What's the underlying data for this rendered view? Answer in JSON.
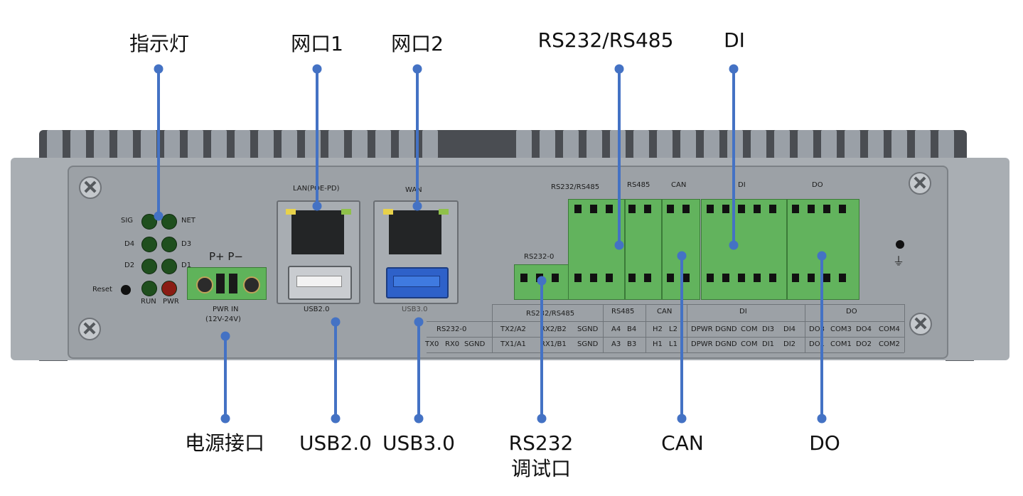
{
  "callouts_top": {
    "indicator": "指示灯",
    "lan1": "网口1",
    "lan2": "网口2",
    "rs232_485": "RS232/RS485",
    "di": "DI"
  },
  "callouts_bottom": {
    "power": "电源接口",
    "usb2": "USB2.0",
    "usb3": "USB3.0",
    "rs232_debug_1": "RS232",
    "rs232_debug_2": "调试口",
    "can": "CAN",
    "do": "DO"
  },
  "panel": {
    "led_labels": {
      "sig": "SIG",
      "net": "NET",
      "d4": "D4",
      "d3": "D3",
      "d2": "D2",
      "d1": "D1",
      "run": "RUN",
      "pwr": "PWR"
    },
    "reset": "Reset",
    "power_top": "P+  P−",
    "power_bottom_1": "PWR IN",
    "power_bottom_2": "(12V-24V)",
    "lan_label": "LAN(POE-PD)",
    "wan_label": "WAN",
    "usb2_label": "USB2.0",
    "usb3_label": "USB3.0",
    "rs232_0_label": "RS232-0",
    "block_labels": {
      "rs232_485": "RS232/RS485",
      "rs485": "RS485",
      "can": "CAN",
      "di": "DI",
      "do": "DO"
    }
  },
  "table": {
    "header": {
      "rs232_485": "RS232/RS485",
      "rs485": "RS485",
      "can": "CAN",
      "di": "DI",
      "do": "DO"
    },
    "row1": {
      "rs232_0": "RS232-0",
      "rs232_485": [
        "TX2/A2",
        "RX2/B2",
        "SGND"
      ],
      "rs485": [
        "A4",
        "B4"
      ],
      "can": [
        "H2",
        "L2"
      ],
      "di": [
        "DPWR",
        "DGND",
        "COM",
        "DI3",
        "DI4"
      ],
      "do": [
        "DO3",
        "COM3",
        "DO4",
        "COM4"
      ]
    },
    "row2": {
      "rs232_0": [
        "TX0",
        "RX0",
        "SGND"
      ],
      "rs232_485": [
        "TX1/A1",
        "RX1/B1",
        "SGND"
      ],
      "rs485": [
        "A3",
        "B3"
      ],
      "can": [
        "H1",
        "L1"
      ],
      "di": [
        "DPWR",
        "DGND",
        "COM",
        "DI1",
        "DI2"
      ],
      "do": [
        "DO1",
        "COM1",
        "DO2",
        "COM2"
      ]
    }
  },
  "colors": {
    "callout_line": "#4472c4",
    "terminal_green": "#62b35d",
    "usb3_blue": "#2e61c9"
  }
}
